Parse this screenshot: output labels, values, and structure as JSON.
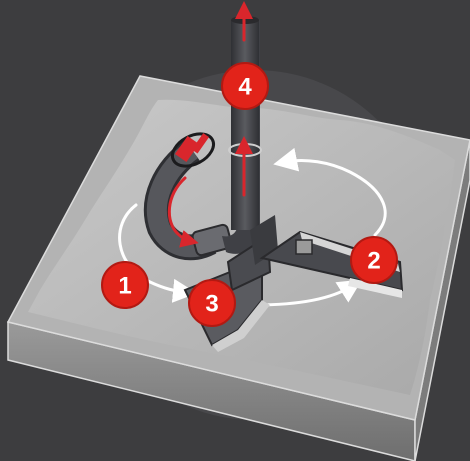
{
  "colors": {
    "background": "#3d3d3f",
    "backdrop_circle": "#4a4a4d",
    "pool_floor": "#bdbdbd",
    "pool_wall": "#8a8a8a",
    "pipe_dark": "#3f4045",
    "flow_red": "#d9262c",
    "circulation_arrow": "#ffffff",
    "badge_fill": "#e2231a",
    "badge_text": "#ffffff"
  },
  "badges": [
    {
      "id": "1",
      "label": "1"
    },
    {
      "id": "2",
      "label": "2"
    },
    {
      "id": "3",
      "label": "3"
    },
    {
      "id": "4",
      "label": "4"
    }
  ],
  "icons": {
    "flow_direction": "arrow-up-icon",
    "circulation": "curved-arrow-icon"
  }
}
